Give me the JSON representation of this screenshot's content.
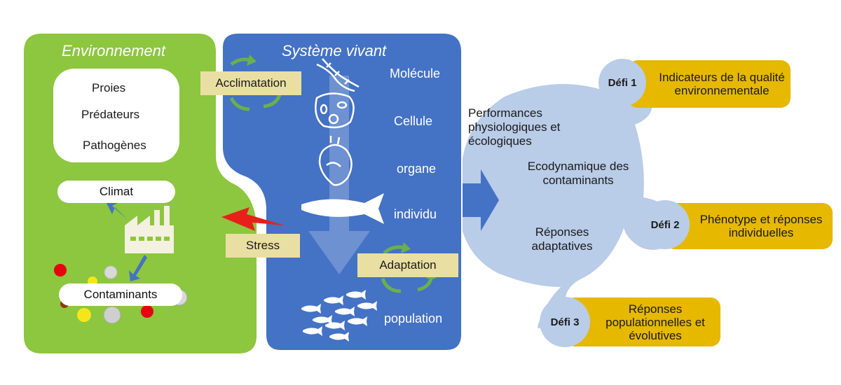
{
  "environment": {
    "title": "Environnement",
    "box_items": [
      "Proies",
      "Prédateurs",
      "Pathogènes"
    ],
    "climat": "Climat",
    "contaminants": "Contaminants",
    "color": "#8dc63f"
  },
  "living_system": {
    "title": "Système vivant",
    "levels": [
      "Molécule",
      "Cellule",
      "organe",
      "individu",
      "population"
    ],
    "color": "#4472c4"
  },
  "processes": {
    "acclimatation": "Acclimatation",
    "stress": "Stress",
    "adaptation": "Adaptation"
  },
  "hub": {
    "performances": "Performances physiologiques et écologiques",
    "ecodynamique": "Ecodynamique des contaminants",
    "reponses": "Réponses adaptatives",
    "color": "#b9cce8"
  },
  "defis": [
    {
      "label": "Défi 1",
      "text": "Indicateurs de la qualité environnementale"
    },
    {
      "label": "Défi 2",
      "text": "Phénotype et réponses individuelles"
    },
    {
      "label": "Défi 3",
      "text": "Réponses populationnelles et évolutives"
    }
  ],
  "colors": {
    "defi_box": "#e6b800",
    "process_box": "#eadfa3",
    "cycle_arrow": "#6ab04c",
    "stress_bolt": "#e8201a"
  }
}
